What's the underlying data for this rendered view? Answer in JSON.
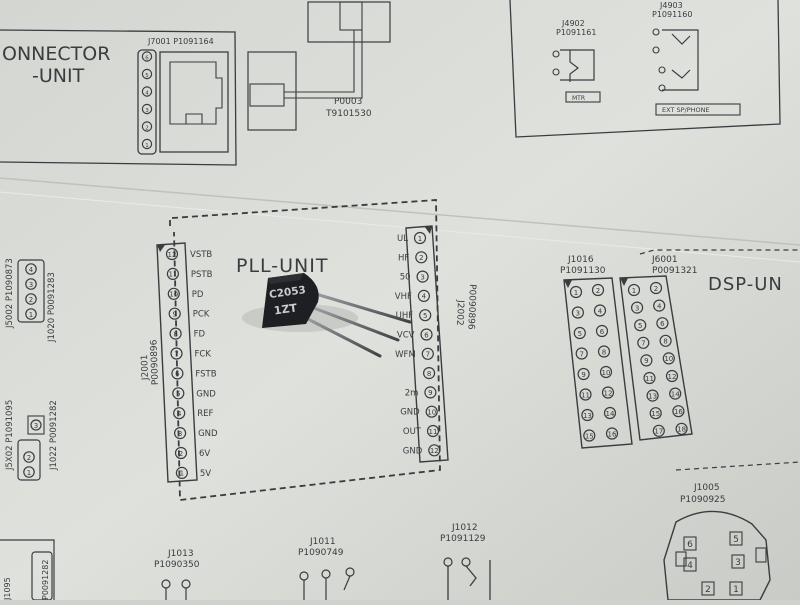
{
  "colors": {
    "paper": "#dadcd7",
    "ink": "#3a3d40",
    "component_body": "#1d1f22",
    "component_marking": "#c9ccd0",
    "lead": "#6b6e72"
  },
  "connector_unit": {
    "label_line1": "ONNECTOR",
    "label_line2": "-UNIT",
    "j7001": "J7001  P1091164",
    "pins": [
      "1",
      "2",
      "3",
      "4",
      "5",
      "6"
    ]
  },
  "p0003": {
    "ref": "P0003",
    "part": "T9101530"
  },
  "j4902": {
    "ref": "J4902",
    "part": "P1091161",
    "tag": "MTR"
  },
  "j4903": {
    "ref": "J4903",
    "part": "P1091160",
    "tag": "EXT SP/PHONE"
  },
  "pll": {
    "title": "PLL-UNIT",
    "j2001_ref": "J2001",
    "j2001_part": "P0090896",
    "j2002_ref": "J2002",
    "j2002_part": "P0090896",
    "left_labels": [
      "VSTB",
      "PSTB",
      "PD",
      "PCK",
      "FD",
      "FCK",
      "FSTB",
      "GND",
      "REF",
      "GND",
      "6V",
      "5V"
    ],
    "left_pins": [
      "12",
      "11",
      "10",
      "9",
      "8",
      "7",
      "6",
      "5",
      "4",
      "3",
      "2",
      "1"
    ],
    "right_labels": [
      "UL",
      "HF",
      "50",
      "VHF",
      "UHF",
      "VCV",
      "WFM",
      "",
      "2m",
      "GND",
      "OUT",
      "GND"
    ],
    "right_pins": [
      "1",
      "2",
      "3",
      "4",
      "5",
      "6",
      "7",
      "8",
      "9",
      "10",
      "11",
      "12"
    ]
  },
  "transistor": {
    "line1": "C2053",
    "line2": "1ZT"
  },
  "left_edge": {
    "j5002": "J5002  P1090873",
    "j1020": "J1020  P0091283",
    "j5x02": "J5X02  P1091095",
    "j1022": "J1022  P0091282",
    "pins_a": [
      "1",
      "2",
      "3",
      "4"
    ],
    "pins_b": [
      "1",
      "2"
    ],
    "pin_c": "3"
  },
  "j1016": {
    "ref": "J1016",
    "part": "P1091130",
    "pins_left": [
      "1",
      "3",
      "5",
      "7",
      "9",
      "11",
      "13",
      "15"
    ],
    "pins_right": [
      "2",
      "4",
      "6",
      "8",
      "10",
      "12",
      "14",
      "16"
    ]
  },
  "j6001": {
    "ref": "J6001",
    "part": "P0091321",
    "pins_left": [
      "1",
      "3",
      "5",
      "7",
      "9",
      "11",
      "13",
      "15",
      "17"
    ],
    "pins_right": [
      "2",
      "4",
      "6",
      "8",
      "10",
      "12",
      "14",
      "16",
      "18"
    ]
  },
  "dsp": {
    "label": "DSP-UN"
  },
  "j1005": {
    "ref": "J1005",
    "part": "P1090925",
    "pins": [
      "6",
      "5",
      "4",
      "3",
      "2",
      "1"
    ]
  },
  "j1013": {
    "ref": "J1013",
    "part": "P1090350"
  },
  "j1011": {
    "ref": "J1011",
    "part": "P1090749"
  },
  "j1012": {
    "ref": "J1012",
    "part": "P1091129"
  },
  "bottom_left": {
    "ref": "J1095",
    "part": "P0091282"
  }
}
